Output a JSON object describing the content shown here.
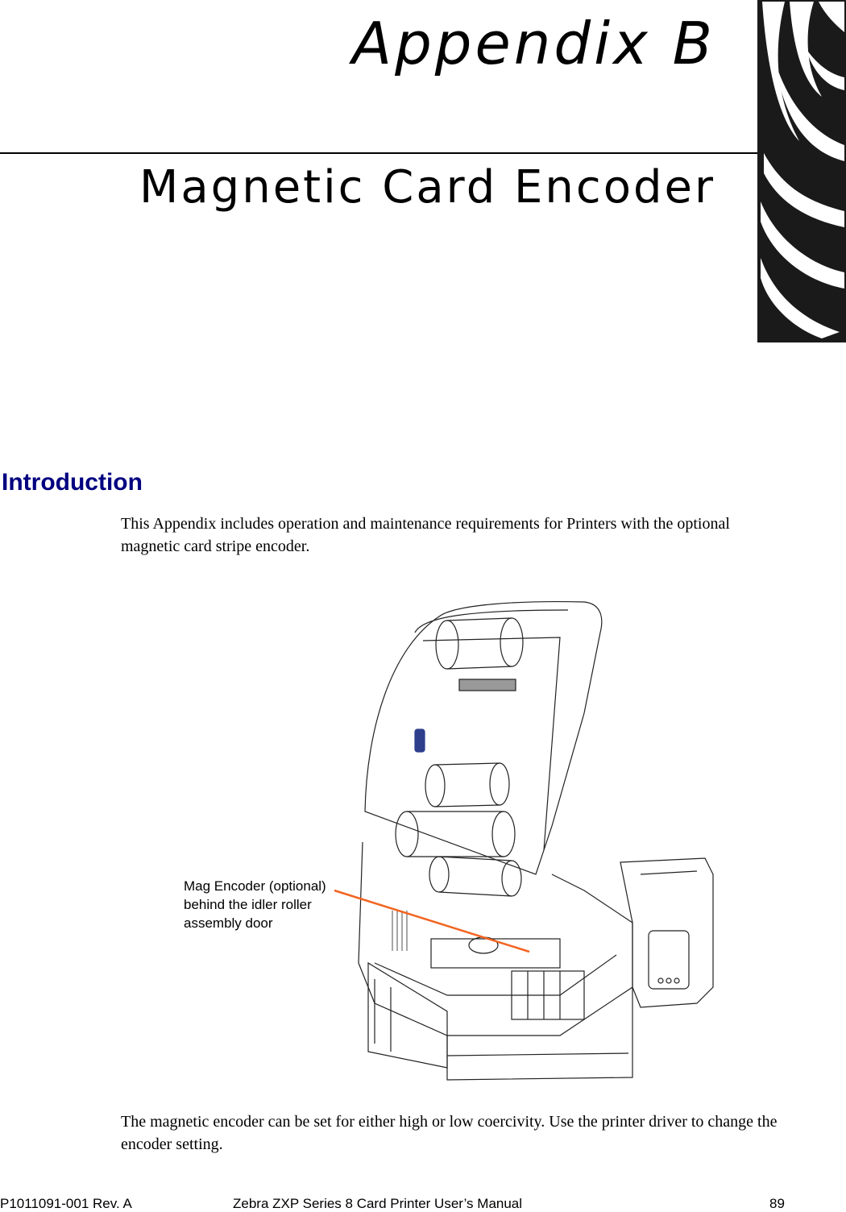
{
  "header": {
    "chapter_number": "Appendix B",
    "chapter_title": "Magnetic Card Encoder",
    "logo_icon": "zebra-stripes-icon"
  },
  "introduction": {
    "heading": "Introduction",
    "paragraph": "This Appendix includes operation and maintenance requirements for Printers with the optional magnetic card stripe encoder."
  },
  "figure": {
    "callout": "Mag Encoder (optional)\nbehind the idler roller\nassembly door",
    "callout_color": "#F26522",
    "accent_color": "#2E3E8C"
  },
  "body": {
    "coercivity_paragraph": "The magnetic encoder can be set for either high or low coercivity. Use the printer driver to change the encoder setting."
  },
  "footer": {
    "document_id": "P1011091-001 Rev. A",
    "manual_title": "Zebra ZXP Series 8 Card Printer User’s Manual",
    "page_number": "89"
  },
  "colors": {
    "heading": "#000080",
    "zebra_tab": "#1A1A1A",
    "text": "#000000"
  }
}
